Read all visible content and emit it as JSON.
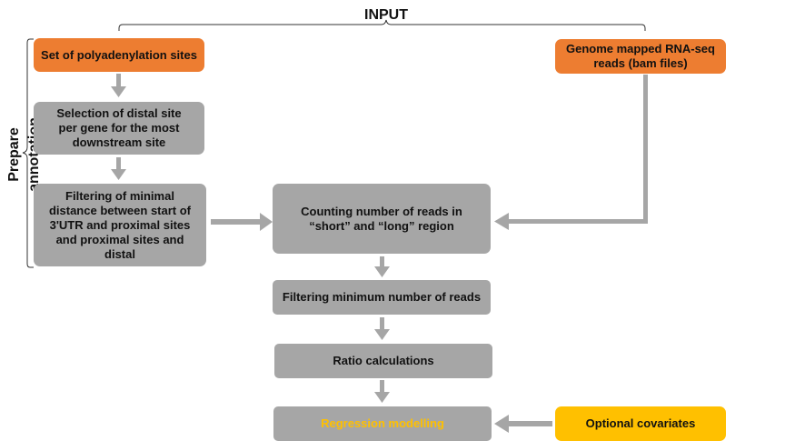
{
  "input_label": "INPUT",
  "side_label": "Prepare annotation",
  "boxes": {
    "polya_sites": "Set of polyadenylation sites",
    "genome_reads": "Genome mapped RNA-seq reads (bam files)",
    "distal_selection": "Selection of distal site per gene for the most downstream site",
    "filter_distance": "Filtering of minimal distance between start of 3'UTR and proximal sites and proximal sites and distal",
    "count_reads": "Counting number of reads in “short” and “long” region",
    "filter_min_reads": "Filtering minimum number of reads",
    "ratio": "Ratio calculations",
    "regression": "Regression modelling",
    "covariates": "Optional covariates"
  },
  "colors": {
    "orange": "#ed7d31",
    "gray": "#a6a6a6",
    "yellow": "#ffc000",
    "regression_text": "#ffc000",
    "arrow": "#a6a6a6"
  }
}
